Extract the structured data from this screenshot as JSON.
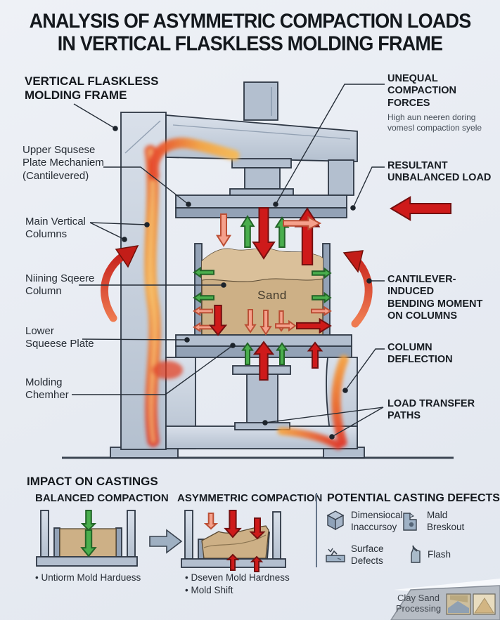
{
  "title": "ANALYSIS OF ASYMMETRIC COMPACTION LOADS\nIN VERTICAL FLASKLESS MOLDING FRAME",
  "labels": {
    "frame": "VERTICAL FLASKLESS\nMOLDING FRAME",
    "upper_plate": "Upper Squsese\nPlate Mechaniem\n(Cantilevered)",
    "main_columns": "Main Vertical\nColumns",
    "squeeze_column": "Niining Sqeere\nColumn",
    "lower_plate": "Lower\nSqueese Plate",
    "molding_chamber": "Molding\nChemher",
    "unequal_forces": "UNEQUAL\nCOMPACTION\nFORCES",
    "unequal_forces_sub": "High aun neeren doring\nvomesl compaction syele",
    "resultant_load": "RESULTANT\nUNBALANCED LOAD",
    "bending_moment": "CANTILEVER-INDUCED\nBENDING MOMENT\nON COLUMNS",
    "column_deflection": "COLUMN\nDEFLECTION",
    "load_paths": "LOAD TRANSFER\nPATHS",
    "sand": "Sand"
  },
  "impact_section": {
    "heading": "IMPACT ON CASTINGS",
    "balanced": {
      "title": "BALANCED COMPACTION",
      "caption": "• Untiorm Mold Harduess"
    },
    "asymmetric": {
      "title": "ASYMMETRIC COMPACTION",
      "caption": "• Dseven Mold Hardness\n• Mold Shift"
    }
  },
  "defects_section": {
    "heading": "POTENTIAL CASTING DEFECTS",
    "items": [
      {
        "icon": "cube-icon",
        "label": "Dimensiocal\nInaccursoy"
      },
      {
        "icon": "mold-breakout-icon",
        "label": "Mald\nBreskout"
      },
      {
        "icon": "surface-defects-icon",
        "label": "Surface\nDefects"
      },
      {
        "icon": "flash-icon",
        "label": "Flash"
      }
    ]
  },
  "badge": {
    "label": "Clay Sand\nProcessing"
  },
  "colors": {
    "background": "#e9edf3",
    "machine_gray": "#c7d0dc",
    "accent_red": "#ce1a1a",
    "accent_salmon": "#f5a18c",
    "accent_green": "#4aae4d",
    "heat_orange": "#f6a33d",
    "sand_tan": "#cdb086"
  }
}
